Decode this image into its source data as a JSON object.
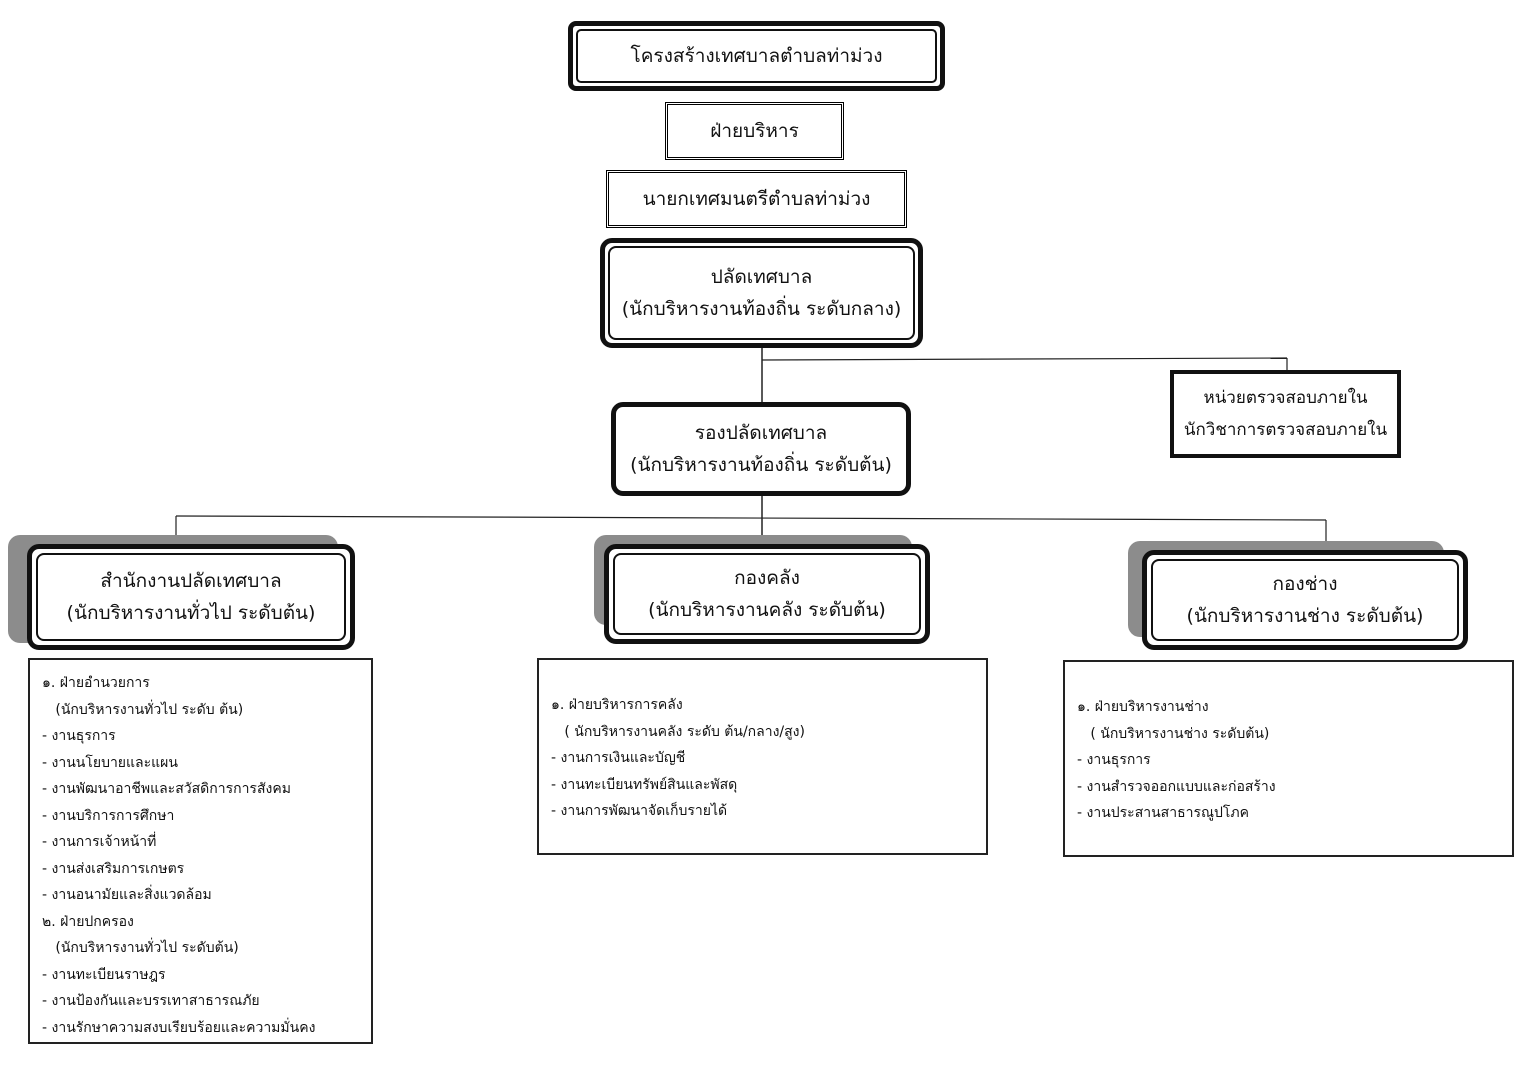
{
  "title": "โครงสร้างเทศบาลตำบลท่าม่วง",
  "executive": "ฝ่ายบริหาร",
  "mayor": "นายกเทศมนตรีตำบลท่าม่วง",
  "clerk": {
    "line1": "ปลัดเทศบาล",
    "line2": "(นักบริหารงานท้องถิ่น ระดับกลาง)"
  },
  "audit": {
    "line1": "หน่วยตรวจสอบภายใน",
    "line2": "นักวิชาการตรวจสอบภายใน"
  },
  "deputy": {
    "line1": "รองปลัดเทศบาล",
    "line2": "(นักบริหารงานท้องถิ่น ระดับต้น)"
  },
  "departments": [
    {
      "name": "สำนักงานปลัดเทศบาล",
      "level": "(นักบริหารงานทั่วไป ระดับต้น)",
      "items": [
        "๑. ฝ่ายอำนวยการ",
        "   (นักบริหารงานทั่วไป ระดับ ต้น)",
        "- งานธุรการ",
        "- งานนโยบายและแผน",
        "- งานพัฒนาอาชีพและสวัสดิการการสังคม",
        "- งานบริการการศึกษา",
        "- งานการเจ้าหน้าที่",
        "- งานส่งเสริมการเกษตร",
        "- งานอนามัยและสิ่งแวดล้อม",
        "๒. ฝ่ายปกครอง",
        "   (นักบริหารงานทั่วไป ระดับต้น)",
        "- งานทะเบียนราษฎร",
        "- งานป้องกันและบรรเทาสาธารณภัย",
        "- งานรักษาความสงบเรียบร้อยและความมั่นคง"
      ]
    },
    {
      "name": "กองคลัง",
      "level": "(นักบริหารงานคลัง ระดับต้น)",
      "items": [
        "๑. ฝ่ายบริหารการคลัง",
        "   ( นักบริหารงานคลัง ระดับ ต้น/กลาง/สูง)",
        "- งานการเงินและบัญชี",
        "- งานทะเบียนทรัพย์สินและพัสดุ",
        "- งานการพัฒนาจัดเก็บรายได้"
      ]
    },
    {
      "name": "กองช่าง",
      "level": "(นักบริหารงานช่าง ระดับต้น)",
      "items": [
        "๑. ฝ่ายบริหารงานช่าง",
        "   ( นักบริหารงานช่าง ระดับต้น)",
        "- งานธุรการ",
        "- งานสำรวจออกแบบและก่อสร้าง",
        "- งานประสานสาธารณูปโภค"
      ]
    }
  ]
}
